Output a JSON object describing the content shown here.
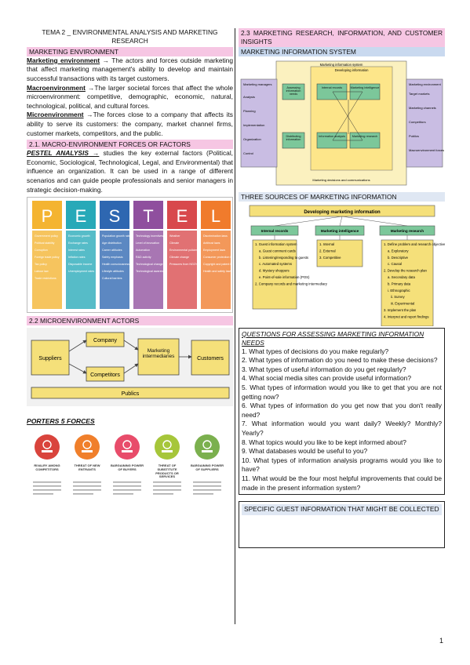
{
  "doc": {
    "title_line1": "TEMA 2 _ ENVIRONMENTAL ANALYSIS AND MARKETING",
    "title_line2": "RESEARCH",
    "page_number": "1"
  },
  "left": {
    "h_env": "MARKETING ENVIRONMENT",
    "me_term": "Marketing environment",
    "me_text": " → The actors and forces outside marketing that affect marketing management's ability to develop and maintain successful transactions with its target customers.",
    "macro_term": "Macroenvironment",
    "macro_text": " →The larger societal forces that affect the whole microenvironment: competitive, demographic, economic, natural, technological, political, and cultural forces.",
    "micro_term": "Microenvironment",
    "micro_text": " →The forces close to a company that affects its ability to serve its customers: the company, market channel firms, customer markets, competitors, and the public.",
    "h_macro": "2.1. MACRO-ENVIRONMENT FORCES OR FACTORS",
    "pestel_term": "PESTEL ANALYSIS",
    "pestel_arrow": " →",
    "pestel_text": " studies the key external factors (Political, Economic, Sociological, Technological, Legal, and Environmental) that influence an organization. It can be used in a range of different scenarios and can guide people professionals and senior managers in strategic decision-making.",
    "h_micro": "2.2 MICROENVIRONMENT ACTORS",
    "porters_heading": "PORTERS 5 FORCES"
  },
  "pestel": {
    "letters": [
      "P",
      "E",
      "S",
      "T",
      "E",
      "L"
    ],
    "colors": [
      "#f4b431",
      "#27a9b8",
      "#2e67b1",
      "#8f4f9e",
      "#d8494c",
      "#f07b2c"
    ],
    "items": [
      [
        "Government policy",
        "Political stability",
        "Corruption",
        "Foreign trade policy",
        "Tax policy",
        "Labour law",
        "Trade restrictions"
      ],
      [
        "Economic growth",
        "Exchange rates",
        "Interest rates",
        "Inflation rates",
        "Disposable income",
        "Unemployment rates"
      ],
      [
        "Population growth rate",
        "Age distribution",
        "Career attitudes",
        "Safety emphasis",
        "Health consciousness",
        "Lifestyle attitudes",
        "Cultural barriers"
      ],
      [
        "Technology incentives",
        "Level of innovation",
        "Automation",
        "R&D activity",
        "Technological change",
        "Technological awareness"
      ],
      [
        "Weather",
        "Climate",
        "Environmental policies",
        "Climate change",
        "Pressures from NGO's"
      ],
      [
        "Discrimination laws",
        "Antitrust laws",
        "Employment laws",
        "Consumer protection laws",
        "Copyright and patent laws",
        "Health and safety laws"
      ]
    ]
  },
  "micro": {
    "suppliers": "Suppliers",
    "company": "Company",
    "competitors": "Competitors",
    "intermediaries": "Marketing intermediaries",
    "customers": "Customers",
    "publics": "Publics"
  },
  "porter": {
    "colors": [
      "#d9443c",
      "#f07f2b",
      "#e84c6a",
      "#a6c63a",
      "#7bb04e"
    ],
    "titles": [
      "RIVALRY AMONG COMPETITORS",
      "THREAT OF NEW ENTRANTS",
      "BARGAINING POWER OF BUYERS",
      "THREAT OF SUBSTITUTE PRODUCTS OR SERVICES",
      "BARGAINING POWER OF SUPPLIERS"
    ]
  },
  "right": {
    "h_research": "2.3 MARKETING RESEARCH, INFORMATION, AND CUSTOMER INSIGHTS",
    "h_mis": "MARKETING INFORMATION SYSTEM",
    "h_sources": "THREE SOURCES OF MARKETING INFORMATION",
    "q_heading": "QUESTIONS FOR ASSESSING MARKETING INFORMATION NEEDS",
    "questions": [
      "1. What types of decisions do you make regularly?",
      "2. What types of information do you need to make these decisions?",
      "3. What types of useful information do you get regularly?",
      "4. What social media sites can provide useful information?",
      "5. What types of information would you like to get that you are not getting now?",
      "6. What types of information do you get now that you don't really need?",
      "7. What information would you want daily? Weekly? Monthly? Yearly?",
      "8. What topics would you like to be kept informed about?",
      "9. What databases would be useful to you?",
      "10. What types of information analysis programs would you like to have?",
      "11. What would be the four most helpful improvements that could be made in the present information system?"
    ],
    "h_guest": "SPECIFIC GUEST INFORMATION THAT MIGHT BE COLLECTED"
  },
  "mis": {
    "top": "Marketing information system",
    "dev": "Developing information",
    "left_title": "Marketing managers",
    "left_items": [
      "Analysis",
      "Planning",
      "Implementation",
      "Organization",
      "Control"
    ],
    "right_title": "Marketing environment",
    "right_items": [
      "Target markets",
      "Marketing channels",
      "Competitors",
      "Publics",
      "Macroenvironment forces"
    ],
    "boxes": [
      "Assessing information needs",
      "Internal records",
      "Marketing intelligence",
      "Distributing information",
      "Information analysis",
      "Marketing research"
    ],
    "bottom": "Marketing decisions and communications"
  },
  "sources": {
    "top": "Developing marketing information",
    "heads": [
      "Internal records",
      "Marketing intelligence",
      "Marketing research"
    ],
    "col1": [
      "1. Guest information system",
      "a. Guest comment cards",
      "b. Listening/responding to guests",
      "c. Automated systems",
      "d. Mystery shoppers",
      "e. Point-of-sale information (POS)",
      "2. Company records and marketing intermediary"
    ],
    "col2": [
      "1. Internal",
      "2. External",
      "3. Competitive"
    ],
    "col3": [
      "1. Define problem and research objectives",
      "a. Exploratory",
      "b. Descriptive",
      "c. Causal",
      "2. Develop the research plan",
      "a. Secondary data",
      "b. Primary data",
      "i. Ethnographic",
      "ii. Survey",
      "iii. Experimental",
      "3. Implement the plan",
      "4. Interpret and report findings"
    ]
  }
}
